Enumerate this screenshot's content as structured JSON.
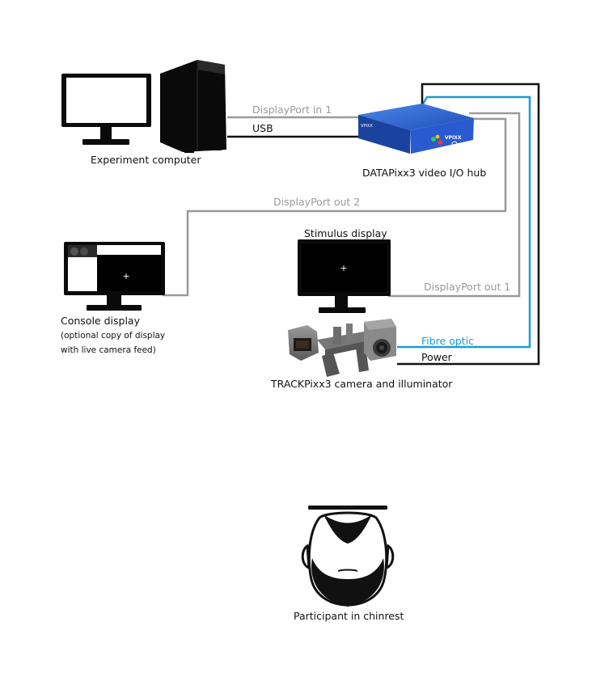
{
  "devices": {
    "experiment_computer": "Experiment computer",
    "datapixx": "DATAPixx3 video I/O hub",
    "datapixx_badge": "VPIXX",
    "console_display": "Console display",
    "console_note_1": "(optional copy of display",
    "console_note_2": "with live camera feed)",
    "stimulus_display": "Stimulus display",
    "trackpixx": "TRACKPixx3 camera and illuminator",
    "participant": "Participant in chinrest"
  },
  "connections": {
    "dp_in_1": "DisplayPort in 1",
    "usb": "USB",
    "dp_out_2": "DisplayPort out 2",
    "dp_out_1": "DisplayPort out 1",
    "fibre": "Fibre optic",
    "power": "Power"
  },
  "colors": {
    "gray_cable": "#9a9a9a",
    "black_cable": "#111111",
    "fibre_cable": "#1e9bd7",
    "hub_blue": "#1f4fb5"
  }
}
